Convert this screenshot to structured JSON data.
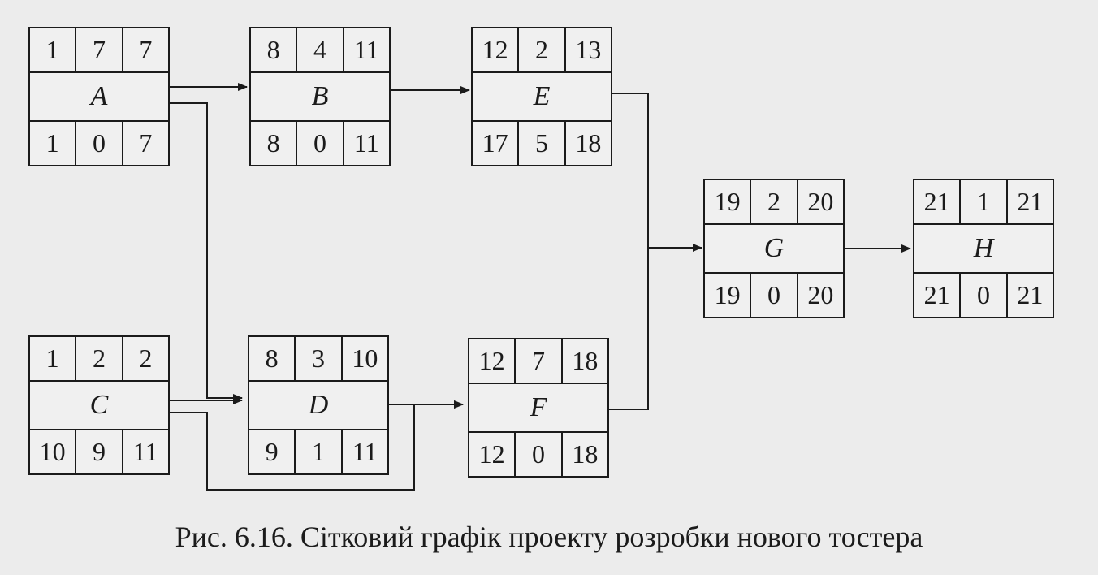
{
  "nodes": {
    "A": {
      "name": "A",
      "top": [
        "1",
        "7",
        "7"
      ],
      "bottom": [
        "1",
        "0",
        "7"
      ]
    },
    "B": {
      "name": "B",
      "top": [
        "8",
        "4",
        "11"
      ],
      "bottom": [
        "8",
        "0",
        "11"
      ]
    },
    "E": {
      "name": "E",
      "top": [
        "12",
        "2",
        "13"
      ],
      "bottom": [
        "17",
        "5",
        "18"
      ]
    },
    "C": {
      "name": "C",
      "top": [
        "1",
        "2",
        "2"
      ],
      "bottom": [
        "10",
        "9",
        "11"
      ]
    },
    "D": {
      "name": "D",
      "top": [
        "8",
        "3",
        "10"
      ],
      "bottom": [
        "9",
        "1",
        "11"
      ]
    },
    "F": {
      "name": "F",
      "top": [
        "12",
        "7",
        "18"
      ],
      "bottom": [
        "12",
        "0",
        "18"
      ]
    },
    "G": {
      "name": "G",
      "top": [
        "19",
        "2",
        "20"
      ],
      "bottom": [
        "19",
        "0",
        "20"
      ]
    },
    "H": {
      "name": "H",
      "top": [
        "21",
        "1",
        "21"
      ],
      "bottom": [
        "21",
        "0",
        "21"
      ]
    }
  },
  "caption": "Рис. 6.16. Сітковий графік проекту розробки нового тостера"
}
